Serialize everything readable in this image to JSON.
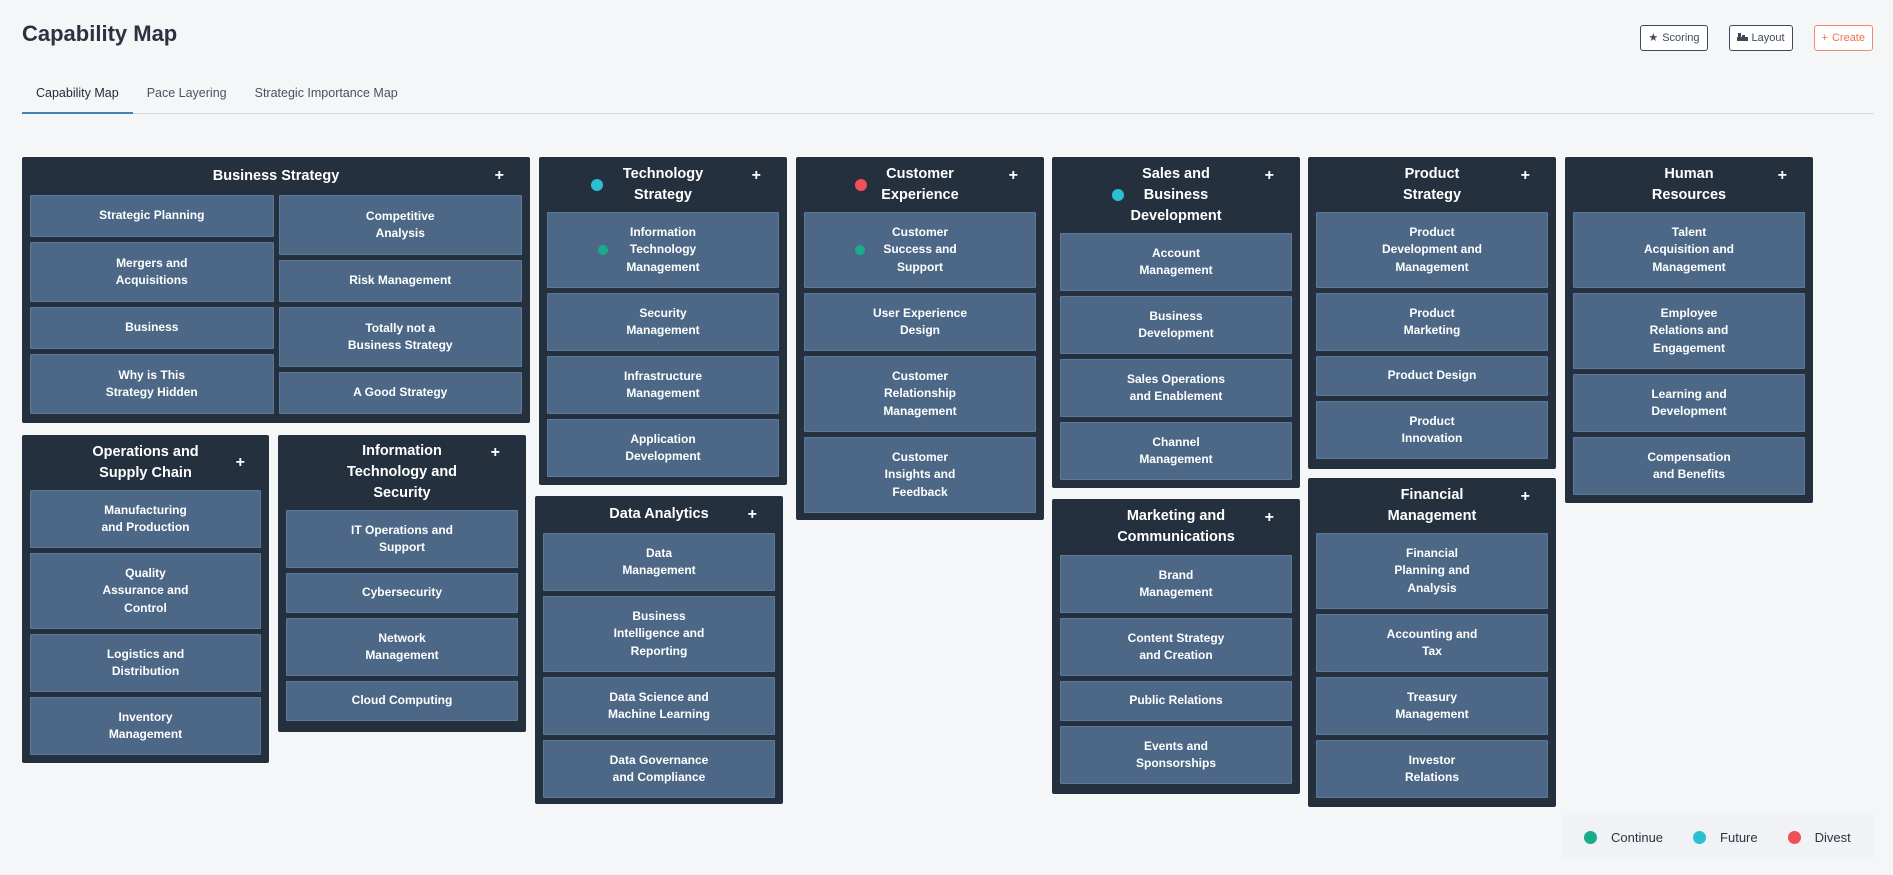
{
  "page": {
    "title": "Capability Map"
  },
  "toolbar": {
    "scoring_label": "Scoring",
    "layout_label": "Layout",
    "create_label": "Create"
  },
  "tabs": [
    {
      "label": "Capability Map",
      "active": true
    },
    {
      "label": "Pace Layering",
      "active": false
    },
    {
      "label": "Strategic Importance Map",
      "active": false
    }
  ],
  "colors": {
    "continue": "#1aab8a",
    "future": "#2bbfd4",
    "divest": "#ef5056"
  },
  "groups": {
    "business_strategy": {
      "title": "Business Strategy",
      "col1": [
        "Strategic Planning",
        "Mergers and\nAcquisitions",
        "Business",
        "Why is This\nStrategy Hidden"
      ],
      "col2": [
        "Competitive\nAnalysis",
        "Risk Management",
        "Totally not a\nBusiness Strategy",
        "A Good Strategy"
      ]
    },
    "operations": {
      "title": "Operations and\nSupply Chain",
      "items": [
        "Manufacturing\nand Production",
        "Quality\nAssurance and\nControl",
        "Logistics and\nDistribution",
        "Inventory\nManagement"
      ]
    },
    "it_security": {
      "title": "Information\nTechnology and\nSecurity",
      "items": [
        "IT Operations and\nSupport",
        "Cybersecurity",
        "Network\nManagement",
        "Cloud Computing"
      ]
    },
    "technology_strategy": {
      "title": "Technology\nStrategy",
      "status": "future",
      "items": [
        "Information\nTechnology\nManagement",
        "Security\nManagement",
        "Infrastructure\nManagement",
        "Application\nDevelopment"
      ]
    },
    "data_analytics": {
      "title": "Data Analytics",
      "items": [
        "Data\nManagement",
        "Business\nIntelligence and\nReporting",
        "Data Science and\nMachine Learning",
        "Data Governance\nand Compliance"
      ]
    },
    "customer_experience": {
      "title": "Customer\nExperience",
      "status": "divest",
      "items": [
        "Customer\nSuccess and\nSupport",
        "User Experience\nDesign",
        "Customer\nRelationship\nManagement",
        "Customer\nInsights and\nFeedback"
      ]
    },
    "sales": {
      "title": "Sales and\nBusiness\nDevelopment",
      "status": "future",
      "items": [
        "Account\nManagement",
        "Business\nDevelopment",
        "Sales Operations\nand Enablement",
        "Channel\nManagement"
      ]
    },
    "marketing": {
      "title": "Marketing and\nCommunications",
      "items": [
        "Brand\nManagement",
        "Content Strategy\nand Creation",
        "Public Relations",
        "Events and\nSponsorships"
      ]
    },
    "product_strategy": {
      "title": "Product\nStrategy",
      "items": [
        "Product\nDevelopment and\nManagement",
        "Product\nMarketing",
        "Product Design",
        "Product\nInnovation"
      ]
    },
    "financial": {
      "title": "Financial\nManagement",
      "items": [
        "Financial\nPlanning and\nAnalysis",
        "Accounting and\nTax",
        "Treasury\nManagement",
        "Investor\nRelations"
      ]
    },
    "human_resources": {
      "title": "Human\nResources",
      "items": [
        "Talent\nAcquisition and\nManagement",
        "Employee\nRelations and\nEngagement",
        "Learning and\nDevelopment",
        "Compensation\nand Benefits"
      ]
    }
  },
  "item_status": {
    "technology_strategy_0": "continue",
    "customer_experience_0": "continue"
  },
  "legend": [
    {
      "label": "Continue",
      "status": "continue"
    },
    {
      "label": "Future",
      "status": "future"
    },
    {
      "label": "Divest",
      "status": "divest"
    }
  ]
}
